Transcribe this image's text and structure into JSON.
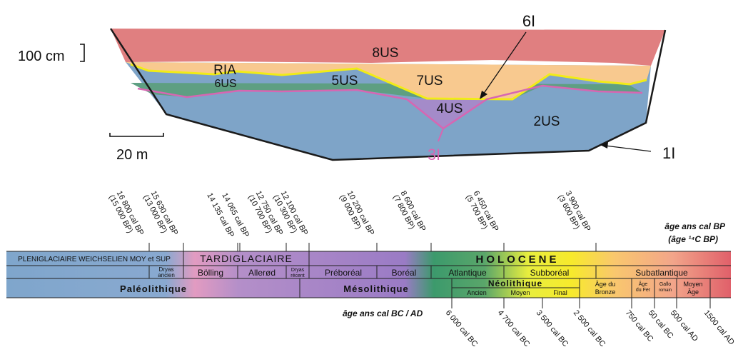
{
  "section": {
    "scale_vertical": "100 cm",
    "scale_horizontal": "20 m",
    "units": {
      "u8": "8US",
      "u7": "7US",
      "u6": "6US",
      "ria": "RIA",
      "u5": "5US",
      "u4": "4US",
      "u2": "2US"
    },
    "interfaces": {
      "i6": "6I",
      "i3": "3I",
      "i1": "1I"
    },
    "colors": {
      "u8": "#e07f80",
      "u7": "#f8c98f",
      "u5": "#5e9f82",
      "u4": "#a48bc9",
      "u2": "#7ea4c8",
      "interface6": "#f1ec16",
      "interface3": "#d766b2",
      "base": "#1a1a1a"
    }
  },
  "timeline": {
    "top_unit_label": "âge ans cal BP",
    "top_unit_label2": "(âge ¹⁴C BP)",
    "bottom_unit_label": "âge ans cal BC / AD",
    "top_ticks": [
      {
        "a": "16 800 cal BP",
        "b": "(15 000 BP)"
      },
      {
        "a": "15 630 cal BP",
        "b": "(13 000 BP)"
      },
      {
        "a": "14 135 cal BP",
        "b": ""
      },
      {
        "a": "14 065 cal BP",
        "b": ""
      },
      {
        "a": "12 750 cal BP",
        "b": "(10 700 BP)"
      },
      {
        "a": "12 100 cal BP",
        "b": "(10 300 BP)"
      },
      {
        "a": "10 200 cal BP",
        "b": "(9 000 BP)"
      },
      {
        "a": "8 600 cal BP",
        "b": "(7 800 BP)"
      },
      {
        "a": "6 450 cal BP",
        "b": "(5 700 BP)"
      },
      {
        "a": "3 900 cal BP",
        "b": "(3 600 BP)"
      }
    ],
    "bottom_ticks": [
      "6 000 cal BC",
      "4 700 cal BC",
      "3 500 cal BC",
      "2 500 cal BC",
      "750 cal BC",
      "50 cal BC",
      "500 cal AD",
      "1500 cal AD"
    ],
    "row1": {
      "pleni": "PLENIGLACIAIRE WEICHSELIEN MOY et SUP",
      "tardi": "TARDIGLACIAIRE",
      "holo": "HOLOCENE"
    },
    "row2": {
      "dryas_a1": "Dryas",
      "dryas_a2": "ancien",
      "bolling": "Bölling",
      "allerod": "Allerød",
      "dryas_r1": "Dryas",
      "dryas_r2": "récent",
      "preboreal": "Préboréal",
      "boreal": "Boréal",
      "atlantique": "Atlantique",
      "subboreal": "Subboréal",
      "subatlantique": "Subatlantique"
    },
    "row3": {
      "paleo": "Paléolithique",
      "meso": "Mésolithique",
      "neo": "Néolithique",
      "ancien": "Ancien",
      "moyen": "Moyen",
      "final": "Final",
      "bronze1": "Âge du",
      "bronze2": "Bronze",
      "fer1": "Âge",
      "fer2": "du Fer",
      "gallo1": "Gallo",
      "gallo2": "romain",
      "ma1": "Moyen",
      "ma2": "Âge"
    }
  }
}
